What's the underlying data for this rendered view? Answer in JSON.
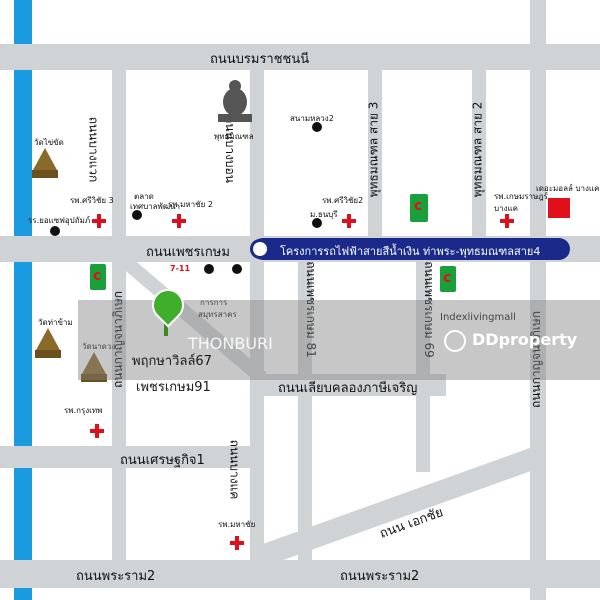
{
  "roads": {
    "top": "ถนนบรมราชชนนี",
    "phetkasem": "ถนนเพชรเกษม",
    "liap_khlong": "ถนนเลียบคลองภาษีเจริญ",
    "setthakit": "ถนนเศรษฐกิจ1",
    "rama2_left": "ถนนพระราม2",
    "rama2_right": "ถนนพระราม2",
    "ekachai": "ถนน เอกชัย",
    "v_left": "ถนนบางแวก",
    "v_bangbon": "ถนนบางบอน",
    "v_bangkhae": "ถนนบางแค",
    "v_kanchana": "ถนนกาญจนาภิเษก",
    "v_phutthamonthon3": "พุทธมณฑล สาย 3",
    "v_phutthamonthon2": "พุทธมณฑล สาย 2",
    "v_soi69": "ถนนเพชรเกษม 69",
    "v_soi81": "ถนนเพชรเกษม 81"
  },
  "rail": {
    "text": "โครงการรถไฟฟ้าสายสีน้ำเงิน ท่าพระ-พุทธมณฑลสาย4"
  },
  "property": {
    "name": "พฤกษาวิลล์67",
    "sub": "เพชรเกษม91"
  },
  "places": {
    "temple_1": "วัดไข่ขัด",
    "temple_2": "วัดท่าข้าม",
    "temple_3": "วัดนาดวง",
    "buddha": "พุทธมณฑล",
    "hosp_1": "รพ.ศรีวิชัย 3",
    "school_1": "รร.ยอแซฟอุปถัมภ์",
    "market": "ตลาด",
    "market_2": "เทศบาลพัฒนา",
    "hosp_2": "รพ.มหาชัย 2",
    "hosp_3": "รพ.ศรีวิชัย2",
    "school_2": "สนามหลวง2",
    "school_3": "ม.ธนบุรี",
    "hosp_4": "รพ.เกษมราษฎร์",
    "hosp_4b": "บางแค",
    "mall": "เดอะมอลล์ บางแค",
    "hosp_5": "รพ.กรุงเทพ",
    "hosp_6": "รพ.มหาชัย",
    "school_4": "การการ",
    "school_5": "สมุทรสาคร",
    "index": "Indexlivingmall",
    "seven": "7-11"
  },
  "watermark": {
    "brand": "DDproperty",
    "letters": "THONBURI"
  },
  "colors": {
    "road": "#cfd3d6",
    "river": "#1a9be0",
    "rail": "#1b2a8a",
    "hospital": "#e0101a",
    "pin": "#3fae2a"
  }
}
